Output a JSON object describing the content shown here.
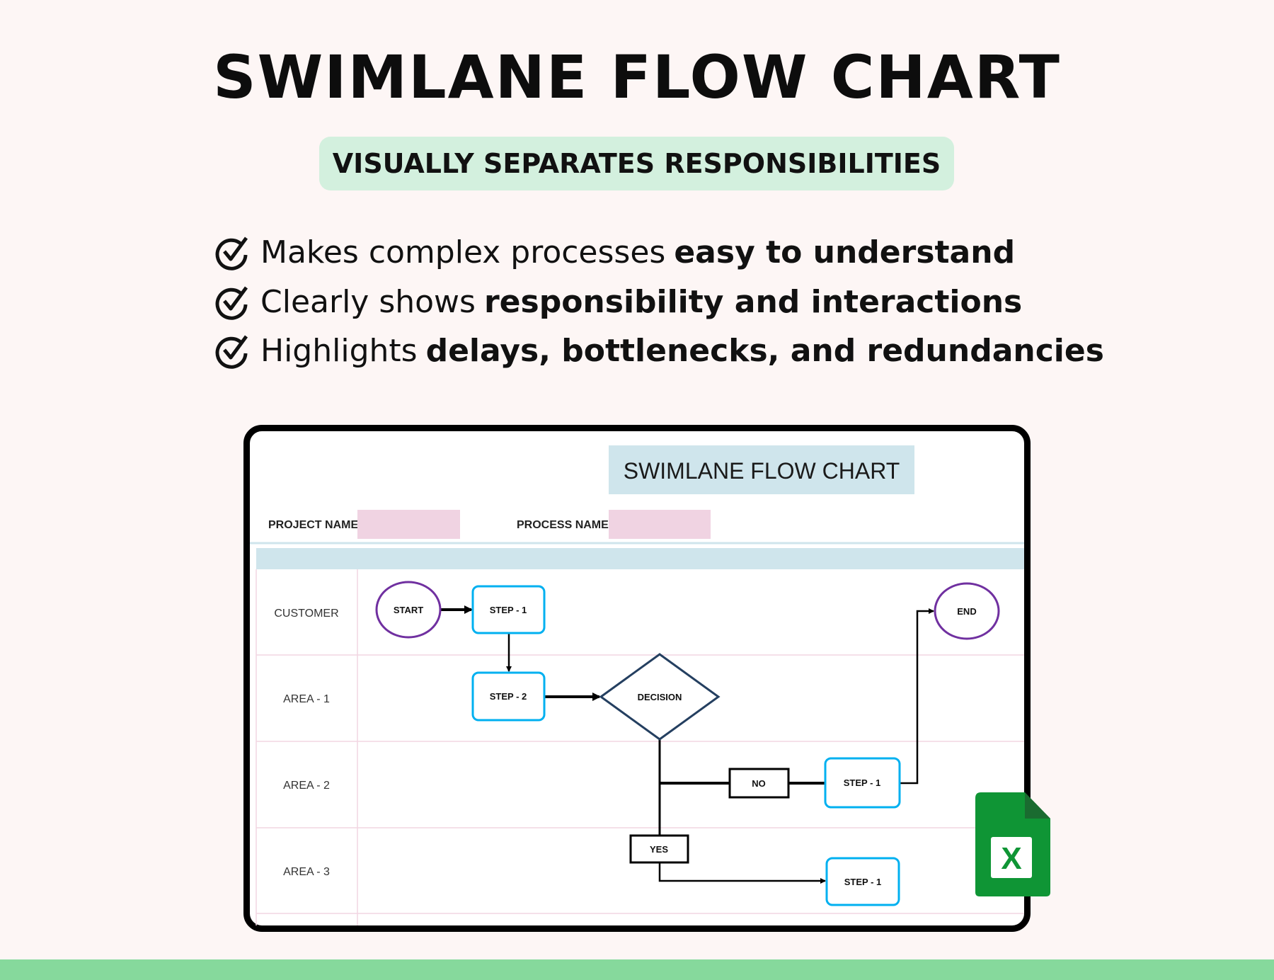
{
  "header": {
    "title": "SWIMLANE FLOW CHART",
    "subtitle": "VISUALLY SEPARATES RESPONSIBILITIES"
  },
  "bullets": [
    {
      "icon": "check-circle-icon",
      "normal": "Makes complex processes",
      "bold": "easy to understand"
    },
    {
      "icon": "check-circle-icon",
      "normal": "Clearly shows",
      "bold": "responsibility and interactions"
    },
    {
      "icon": "check-circle-icon",
      "normal": "Highlights",
      "bold": "delays, bottlenecks, and redundancies"
    }
  ],
  "sheet": {
    "title": "SWIMLANE FLOW CHART",
    "project_label": "PROJECT NAME:",
    "project_value": "",
    "process_label": "PROCESS NAME:",
    "process_value": "",
    "lanes": [
      "CUSTOMER",
      "AREA - 1",
      "AREA - 2",
      "AREA - 3"
    ],
    "nodes": {
      "start": "START",
      "step1": "STEP - 1",
      "step2": "STEP - 2",
      "decision": "DECISION",
      "no": "NO",
      "yes": "YES",
      "area2_step": "STEP - 1",
      "area3_step": "STEP - 1",
      "end": "END"
    }
  },
  "app_icon": {
    "name": "excel-icon",
    "letter": "X"
  },
  "colors": {
    "background": "#fdf6f5",
    "pill": "#d3f0de",
    "sheet_title_bg": "#cfe5ec",
    "input_bg": "#f0d3e2",
    "terminal_stroke": "#7030a0",
    "step_stroke": "#00b0f0",
    "decision_stroke": "#243f60",
    "excel_green": "#0f9535",
    "bottom_bar": "#86d99c"
  }
}
